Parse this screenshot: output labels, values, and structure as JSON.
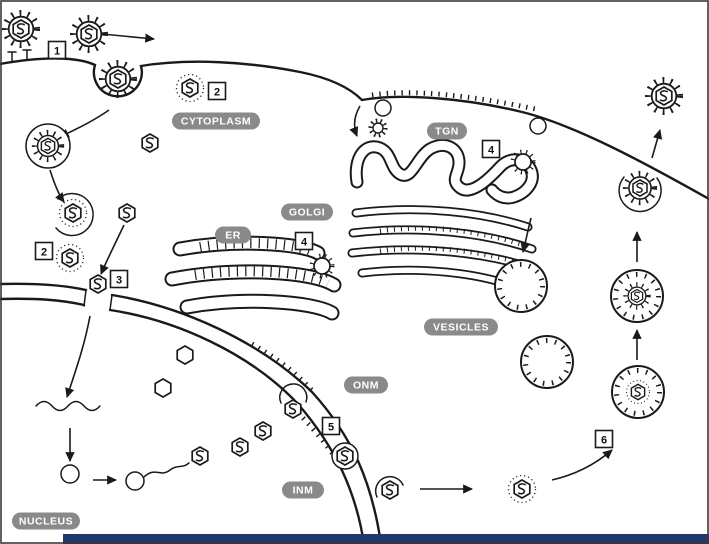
{
  "figure": {
    "kind": "cell-biology pathway diagram",
    "subject": "Virus entry, nuclear replication and egress through ER, Golgi, TGN and vesicles"
  },
  "colors": {
    "line": "#1a1a1a",
    "label_pill_bg": "#8a8a8a",
    "label_pill_text": "#ffffff",
    "step_box_bg": "#ffffff",
    "step_box_border": "#1a1a1a",
    "caption_bar": "#20386b",
    "background": "#ffffff"
  },
  "region_labels": {
    "cytoplasm": "CYTOPLASM",
    "tgn": "TGN",
    "golgi": "GOLGI",
    "er": "ER",
    "vesicles": "VESICLES",
    "onm": "ONM",
    "inm": "INM",
    "nucleus": "NUCLEUS"
  },
  "step_markers": {
    "attachment": "1",
    "endocytosis_top": "2",
    "endocytosis_left": "2",
    "nuclear_pore_entry": "3",
    "er_budding": "4",
    "tgn_budding": "4",
    "primary_envelopment": "5",
    "secondary_envelopment": "6"
  }
}
